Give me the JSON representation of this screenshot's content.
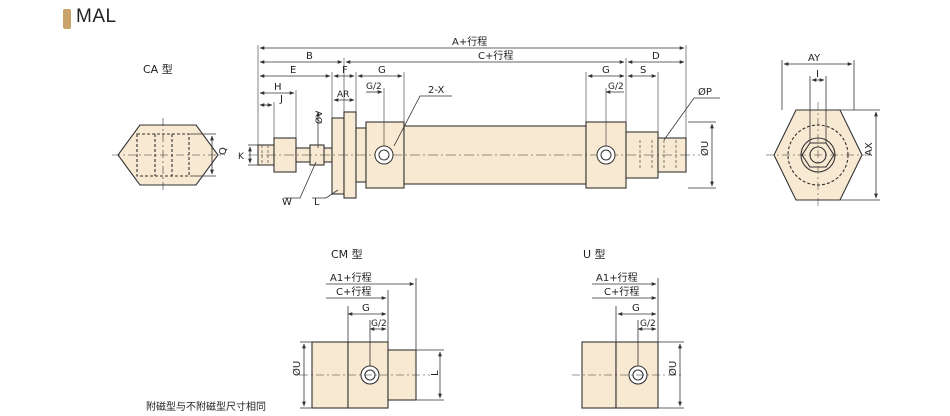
{
  "header": {
    "title": "MAL"
  },
  "views": {
    "ca_label": "CA 型",
    "cm_label": "CM 型",
    "u_label": "U 型"
  },
  "dims": {
    "a_stroke": "A+行程",
    "b": "B",
    "c_stroke": "C+行程",
    "d": "D",
    "e": "E",
    "f": "F",
    "g": "G",
    "s": "S",
    "h": "H",
    "j": "J",
    "ar": "AR",
    "g2": "G/2",
    "two_x": "2-X",
    "phi_p": "ØP",
    "phi_v": "ØV",
    "phi_u": "ØU",
    "k": "K",
    "w": "W",
    "l": "L",
    "q": "Q",
    "ay": "AY",
    "i": "I",
    "ax": "AX",
    "a1_stroke": "A1+行程"
  },
  "footnote": "附磁型与不附磁型尺寸相同",
  "colors": {
    "body_fill": "#f8e9d2",
    "line": "#333333",
    "accent": "#c9a36a"
  }
}
